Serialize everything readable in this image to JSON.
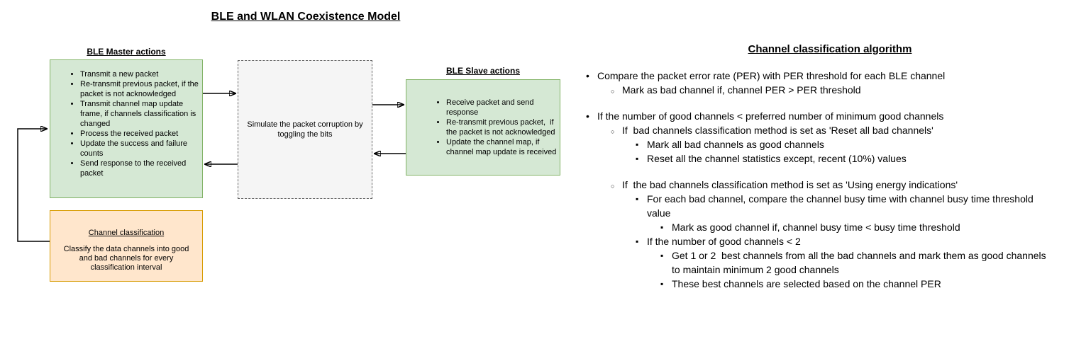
{
  "diagram": {
    "title": "BLE and WLAN Coexistence Model",
    "master": {
      "label": "BLE Master actions",
      "items": [
        "Transmit a new packet",
        "Re-transmit previous packet, if the packet is not acknowledged",
        "Transmit channel map update frame, if channels classification is changed",
        "Process the received packet",
        "Update the success and failure counts",
        "Send response to the received packet"
      ]
    },
    "simulator": {
      "text": "Simulate the packet corruption by toggling the bits"
    },
    "slave": {
      "label": "BLE Slave actions",
      "items": [
        "Receive packet and send response",
        "Re-transmit previous packet,  if the packet is not acknowledged",
        "Update the channel map, if channel map update is received"
      ]
    },
    "classification": {
      "title": "Channel classification",
      "text": "Classify the data channels into good and bad channels for every classification interval"
    },
    "colors": {
      "green_fill": "#d5e8d4",
      "green_border": "#82b366",
      "orange_fill": "#ffe6cc",
      "orange_border": "#d79b00",
      "gray_fill": "#f5f5f5",
      "gray_border": "#666666",
      "arrow": "#000000"
    }
  },
  "algorithm": {
    "title": "Channel classification algorithm",
    "items": [
      {
        "level": 1,
        "text": "Compare the packet error rate (PER) with PER threshold for each BLE channel"
      },
      {
        "level": 2,
        "text": "Mark as bad channel if, channel PER > PER threshold"
      },
      {
        "level": 1,
        "text": "If the number of good channels < preferred number of minimum good channels"
      },
      {
        "level": 2,
        "text": "If  bad channels classification method is set as 'Reset all bad channels'"
      },
      {
        "level": 3,
        "text": "Mark all bad channels as good channels"
      },
      {
        "level": 3,
        "text": "Reset all the channel statistics except, recent (10%) values"
      },
      {
        "level": 2,
        "text": "If  the bad channels classification method is set as 'Using energy indications'"
      },
      {
        "level": 3,
        "text": "For each bad channel, compare the channel busy time with channel busy time threshold value"
      },
      {
        "level": 4,
        "text": "Mark as good channel if, channel busy time < busy time threshold"
      },
      {
        "level": 3,
        "text": "If the number of good channels < 2"
      },
      {
        "level": 4,
        "text": "Get 1 or 2  best channels from all the bad channels and mark them as good channels to maintain minimum 2 good channels"
      },
      {
        "level": 4,
        "text": "These best channels are selected based on the channel PER"
      }
    ]
  }
}
